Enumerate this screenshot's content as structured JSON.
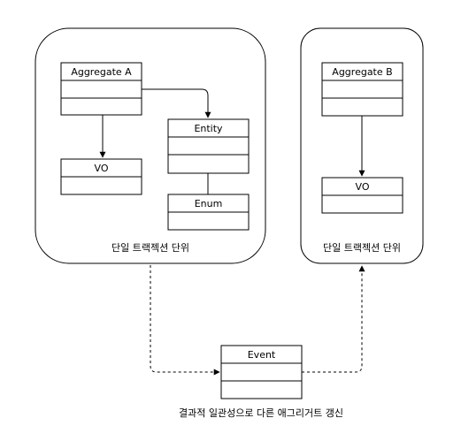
{
  "left_boundary": {
    "caption": "단일 트랙젝션 단위",
    "classes": {
      "aggregate_a": "Aggregate A",
      "vo": "VO",
      "entity": "Entity",
      "enum": "Enum"
    }
  },
  "right_boundary": {
    "caption": "단일 트랙젝션 단위",
    "classes": {
      "aggregate_b": "Aggregate B",
      "vo": "VO"
    }
  },
  "event": {
    "name": "Event",
    "caption": "결과적 일관성으로 다른 애그리거트 갱신"
  },
  "colors": {
    "stroke": "#000000",
    "fill": "#ffffff"
  }
}
